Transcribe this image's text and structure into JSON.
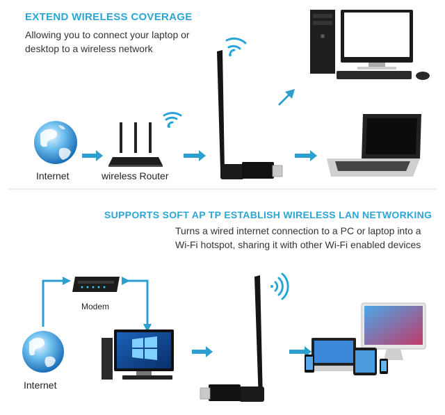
{
  "top": {
    "heading": "EXTEND WIRELESS COVERAGE",
    "desc_line1": "Allowing you to connect your laptop or",
    "desc_line2": "desktop to a wireless network",
    "label_internet": "Internet",
    "label_router": "wireless Router"
  },
  "bottom": {
    "heading": "SUPPORTS SOFT AP TP ESTABLISH WIRELESS LAN NETWORKING",
    "desc_line1": "Turns a wired internet connection to a PC or laptop into a",
    "desc_line2": "Wi-Fi hotspot, sharing it with other Wi-Fi enabled devices",
    "label_modem": "Modem",
    "label_internet": "Internet"
  },
  "colors": {
    "accent": "#2aa6d6",
    "arrow": "#2b9fd0",
    "divider": "#d8d8d8"
  }
}
